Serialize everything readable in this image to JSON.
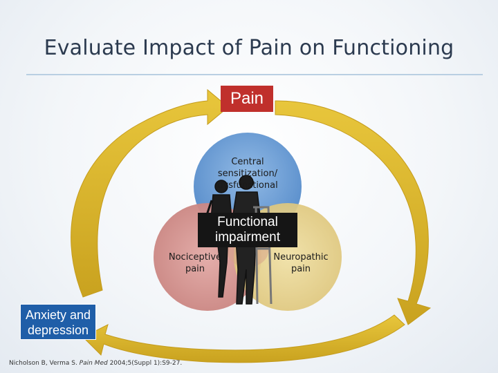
{
  "slide": {
    "title": "Evaluate Impact of Pain on Functioning"
  },
  "cycle": {
    "top_label": "Pain",
    "bottom_left_label": "Anxiety and depression",
    "bottom_left_lines": [
      "Anxiety and",
      "depression"
    ],
    "center_label_lines": [
      "Functional",
      "impairment"
    ],
    "arrow_color": "#d9b52c",
    "pain_color": "#c0302c",
    "anxiety_color": "#1f5ea8",
    "center_color": "#151515"
  },
  "venn": {
    "circles": [
      {
        "key": "central",
        "lines": [
          "Central",
          "sensitization/",
          "dysfunctional"
        ],
        "color": "#6fa0d8"
      },
      {
        "key": "nociceptive",
        "lines": [
          "Nociceptive",
          "pain"
        ],
        "color": "#d08f8c"
      },
      {
        "key": "neuropathic",
        "lines": [
          "Neuropathic",
          "pain"
        ],
        "color": "#e6d089"
      }
    ],
    "image_icon": "elderly-person-with-walker-icon"
  },
  "citation": {
    "prefix": "Nicholson B, Verma S. ",
    "journal": "Pain Med",
    "suffix": " 2004;5(Suppl 1):S9-27."
  }
}
